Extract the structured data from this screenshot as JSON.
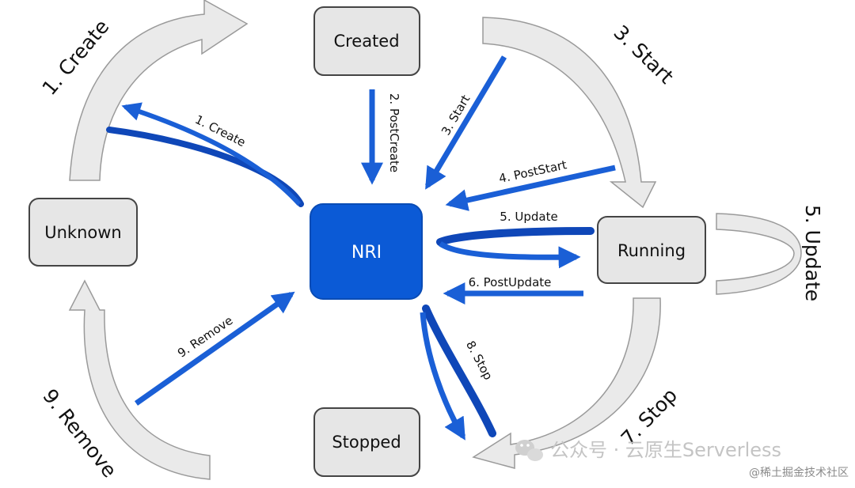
{
  "colors": {
    "arrow_blue": "#1a5fd6",
    "arrow_blue_dark": "#0f47b8",
    "nri_fill": "#0b5ad6",
    "node_fill": "#e6e6e6",
    "node_stroke": "#444444",
    "grey_arrow_fill": "#eaeaea",
    "grey_arrow_stroke": "#9a9a9a"
  },
  "nodes": {
    "nri": "NRI",
    "created": "Created",
    "unknown": "Unknown",
    "running": "Running",
    "stopped": "Stopped"
  },
  "plugin_labels": {
    "create": "1. Create",
    "post_create": "2. PostCreate",
    "start": "3. Start",
    "post_start": "4. PostStart",
    "update": "5. Update",
    "post_update": "6. PostUpdate",
    "stop": "8. Stop",
    "remove": "9. Remove"
  },
  "lifecycle_labels": {
    "create": "1. Create",
    "start": "3. Start",
    "update": "5. Update",
    "stop": "7. Stop",
    "remove": "9. Remove"
  },
  "watermark": {
    "icon": "wechat-icon",
    "main": "公众号 · 云原生Serverless",
    "corner": "@稀土掘金技术社区"
  }
}
